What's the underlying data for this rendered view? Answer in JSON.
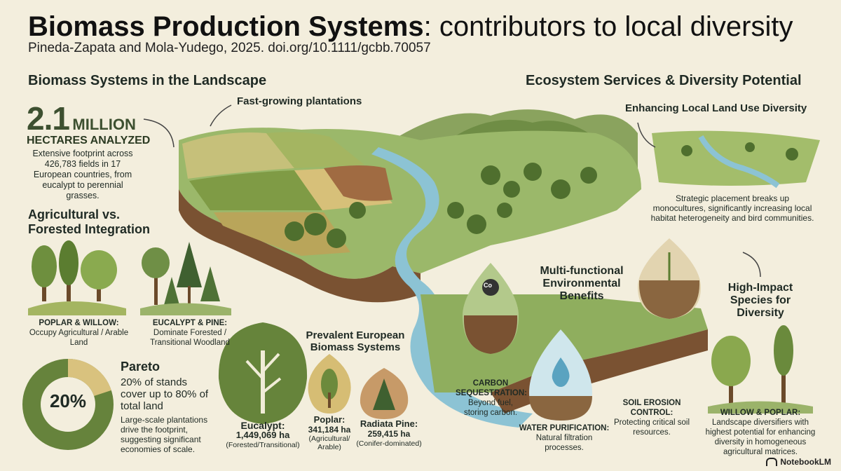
{
  "header": {
    "title_bold": "Biomass Production Systems",
    "title_rest": ": contributors to local diversity",
    "citation": "Pineda-Zapata and Mola-Yudego, 2025. doi.org/10.1111/gcbb.70057"
  },
  "left": {
    "section_title": "Biomass Systems in the Landscape",
    "stat_number": "2.1",
    "stat_unit": "MILLION",
    "stat_label": "HECTARES ANALYZED",
    "stat_desc": "Extensive footprint across 426,783 fields in 17 European countries, from eucalypt to perennial grasses.",
    "integration_title": "Agricultural vs. Forested Integration",
    "poplar_willow_bold": "POPLAR & WILLOW:",
    "poplar_willow_text": "Occupy Agricultural / Arable Land",
    "eucalypt_pine_bold": "EUCALYPT & PINE:",
    "eucalypt_pine_text": "Dominate Forested / Transitional Woodland",
    "pareto_title": "Pareto",
    "pareto_value": "20%",
    "pareto_fraction": 0.2,
    "pareto_statement": "20% of stands cover up to 80% of total land",
    "pareto_desc": "Large-scale plantations drive the footprint, suggesting significant economies of scale."
  },
  "center": {
    "plantations_label": "Fast-growing plantations",
    "prevalent_title": "Prevalent European Biomass Systems",
    "eucalypt_name": "Eucalypt:",
    "eucalypt_area": "1,449,069 ha",
    "eucalypt_note": "(Forested/Transitional)",
    "poplar_name": "Poplar:",
    "poplar_area": "341,184 ha",
    "poplar_note": "(Agricultural/ Arable)",
    "pine_name": "Radiata Pine:",
    "pine_area": "259,415 ha",
    "pine_note": "(Conifer-dominated)"
  },
  "right": {
    "section_title": "Ecosystem Services & Diversity Potential",
    "diversity_title": "Enhancing Local Land Use Diversity",
    "diversity_desc": "Strategic placement breaks up monocultures, significantly increasing local habitat heterogeneity and bird communities.",
    "benefits_title": "Multi-functional Environmental Benefits",
    "carbon_bold": "CARBON SEQUESTRATION:",
    "carbon_text": "Beyond fuel, storing carbon.",
    "co2_label": "Co",
    "water_bold": "WATER PURIFICATION:",
    "water_text": "Natural filtration processes.",
    "soil_bold": "SOIL EROSION CONTROL:",
    "soil_text": "Protecting critical soil resources.",
    "species_title": "High-Impact Species for Diversity",
    "willow_bold": "WILLOW & POPLAR:",
    "willow_text": "Landscape diversifiers with highest potential for enhancing diversity in homogeneous agricultural matrices."
  },
  "footer": {
    "brand": "NotebookLM"
  },
  "colors": {
    "background": "#f3eedd",
    "forest": "#5e7d3a",
    "soil": "#7a5232",
    "water": "#8cc3d4",
    "wheat": "#d8c27a"
  }
}
